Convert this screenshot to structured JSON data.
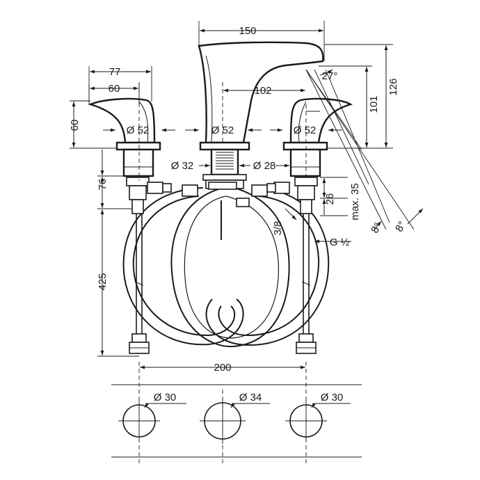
{
  "diagram": {
    "dimensions": {
      "spout_width": "150",
      "handle_width_outer": "77",
      "handle_width_inner": "60",
      "handle_height": "60",
      "spout_reach": "102",
      "spout_angle": "27°",
      "height_total": "126",
      "height_spout": "101",
      "base_left": "Ø 52",
      "base_center": "Ø 52",
      "base_right": "Ø 52",
      "shank_center": "Ø 32",
      "shank_right": "Ø 28",
      "shank_length": "76",
      "hose_length": "425",
      "valve_offset": "26",
      "max_thickness": "max. 35",
      "thread_left": "3/8",
      "thread_right": "G ½",
      "tilt_1": "8°",
      "tilt_2": "8°",
      "spacing": "200",
      "hole_left": "Ø 30",
      "hole_center": "Ø 34",
      "hole_right": "Ø 30"
    }
  }
}
